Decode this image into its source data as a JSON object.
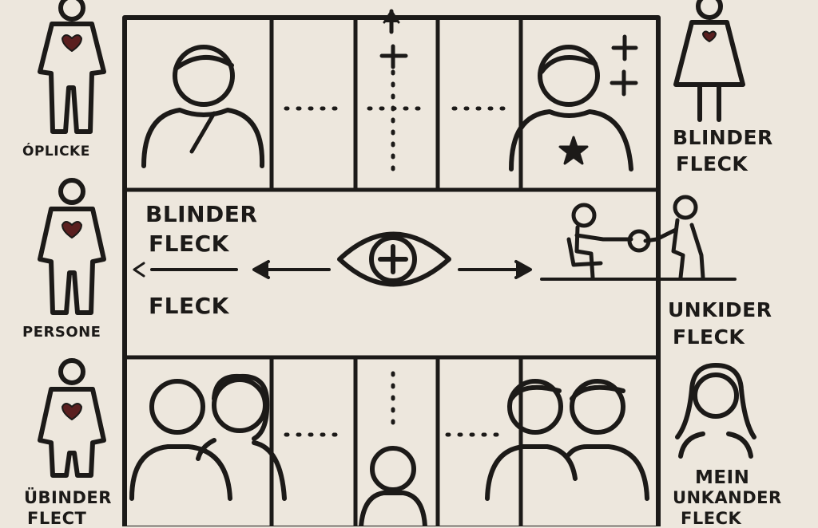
{
  "colors": {
    "background": "#ede7dd",
    "ink": "#1c1a18",
    "accent_heart": "#5a1f1f"
  },
  "labels": {
    "left_top": "ÓPLICKE",
    "left_middle": "PERSONE",
    "left_bottom_line1": "ÜBINDER",
    "left_bottom_line2": "FLECT",
    "right_top_line1": "BLINDER",
    "right_top_line2": "FLECK",
    "right_middle_line1": "UNKIDER",
    "right_middle_line2": "FLECK",
    "right_bottom_line1": "MEIN",
    "right_bottom_line2": "UNKANDER",
    "right_bottom_line3": "FLECK",
    "grid_blinder_line1": "BLINDER",
    "grid_blinder_line2": "FLECK",
    "grid_fleck": "FLECK"
  },
  "icons": [
    "person-heart-icon",
    "person-star-icon",
    "eye-crosshair-icon",
    "plus-icon",
    "arrow-icon",
    "dress-person-icon",
    "woman-icon",
    "two-people-icon",
    "children-playing-icon"
  ]
}
